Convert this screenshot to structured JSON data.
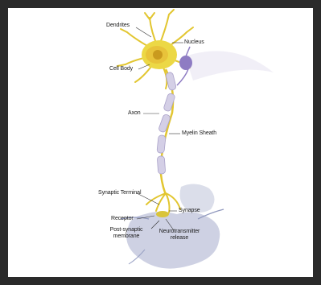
{
  "diagram": {
    "labels": {
      "dendrites": "Dendrites",
      "nucleus": "Nucleus",
      "cell_body": "Cell Body",
      "axon": "Axon",
      "myelin_sheath": "Myelin Sheath",
      "synaptic_terminal": "Synaptic Terminal",
      "synapse": "Synapse",
      "receptor": "Receptor",
      "post_synaptic_membrane_line1": "Post-synaptic",
      "post_synaptic_membrane_line2": "membrane",
      "neurotransmitter_release_line1": "Neurotransmitter",
      "neurotransmitter_release_line2": "release"
    },
    "colors": {
      "neuron": "#e9d43a",
      "neuron_dark": "#c9a91a",
      "myelin": "#c9c3dd",
      "secondary_cell": "#8e7cc3",
      "post_synaptic_cell": "#b9bfd6",
      "frame": "#2a2a2a"
    }
  }
}
